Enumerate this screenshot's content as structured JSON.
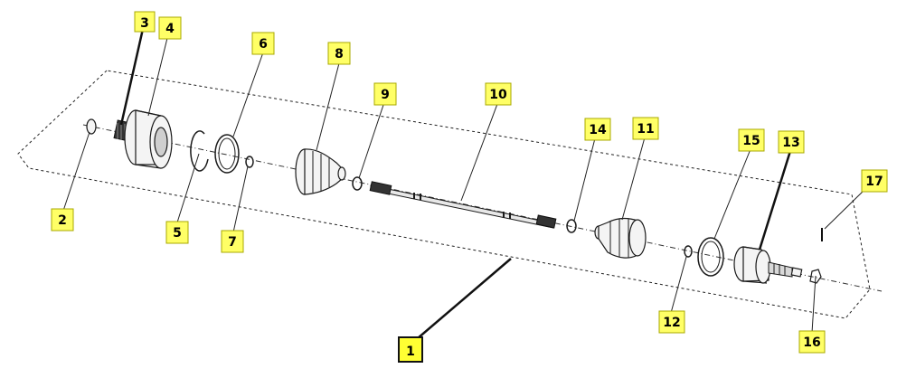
{
  "diagram": {
    "callouts": [
      {
        "id": "c1",
        "label": "1"
      },
      {
        "id": "c2",
        "label": "2"
      },
      {
        "id": "c3",
        "label": "3"
      },
      {
        "id": "c4",
        "label": "4"
      },
      {
        "id": "c5",
        "label": "5"
      },
      {
        "id": "c6",
        "label": "6"
      },
      {
        "id": "c7",
        "label": "7"
      },
      {
        "id": "c8",
        "label": "8"
      },
      {
        "id": "c9",
        "label": "9"
      },
      {
        "id": "c10",
        "label": "10"
      },
      {
        "id": "c11",
        "label": "11"
      },
      {
        "id": "c12",
        "label": "12"
      },
      {
        "id": "c13",
        "label": "13"
      },
      {
        "id": "c14",
        "label": "14"
      },
      {
        "id": "c15",
        "label": "15"
      },
      {
        "id": "c16",
        "label": "16"
      },
      {
        "id": "c17",
        "label": "17"
      }
    ],
    "colors": {
      "callout_fill": "#ffff66",
      "callout_main_fill": "#ffff33",
      "line": "#222222"
    }
  }
}
